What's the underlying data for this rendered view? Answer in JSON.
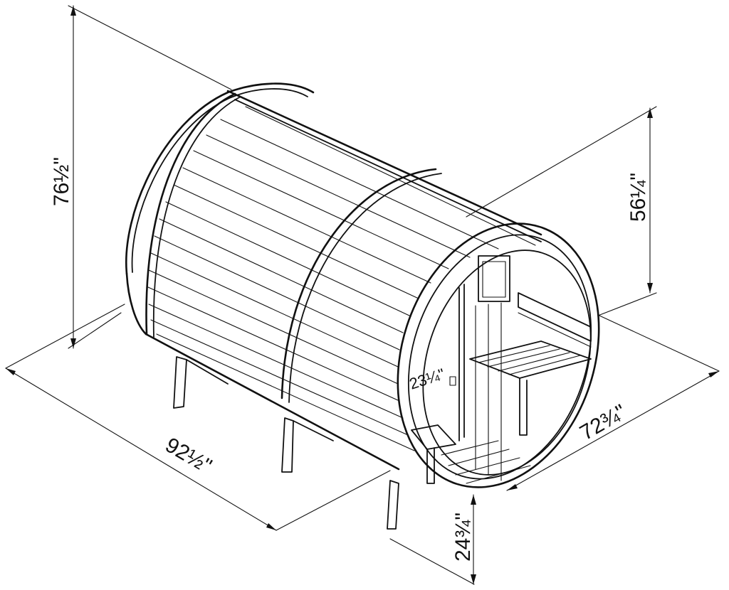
{
  "dimensions": {
    "overall_height": "76½\"",
    "interior_height": "56¼\"",
    "length": "92½\"",
    "width": "72¾\"",
    "floor_height": "24¾\"",
    "door_width": "23¼\""
  },
  "colors": {
    "ink": "#111111",
    "background": "#ffffff"
  }
}
